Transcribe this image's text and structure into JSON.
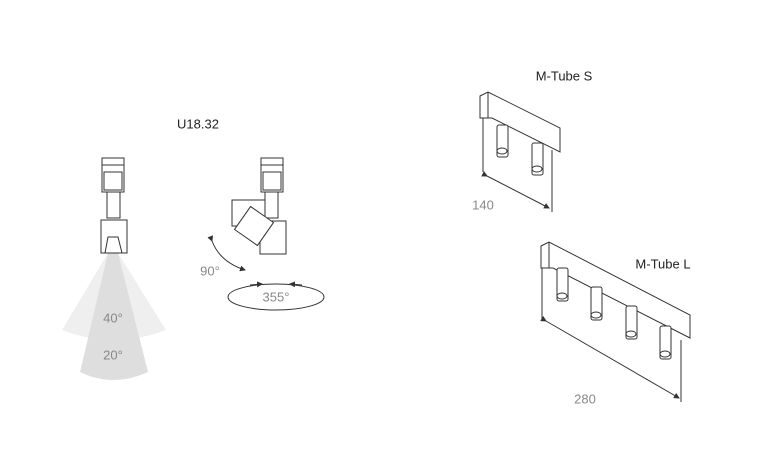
{
  "left_product": {
    "title": "U18.32",
    "beam_wide": "40°",
    "beam_narrow": "20°",
    "tilt_angle": "90°",
    "rotation_angle": "355°"
  },
  "tube_s": {
    "title": "M-Tube S",
    "length": "140"
  },
  "tube_l": {
    "title": "M-Tube L",
    "length": "280"
  },
  "colors": {
    "line": "#333333",
    "beam_light": "#eeeeee",
    "beam_dark": "#dddddd",
    "dim_text": "#888888"
  }
}
